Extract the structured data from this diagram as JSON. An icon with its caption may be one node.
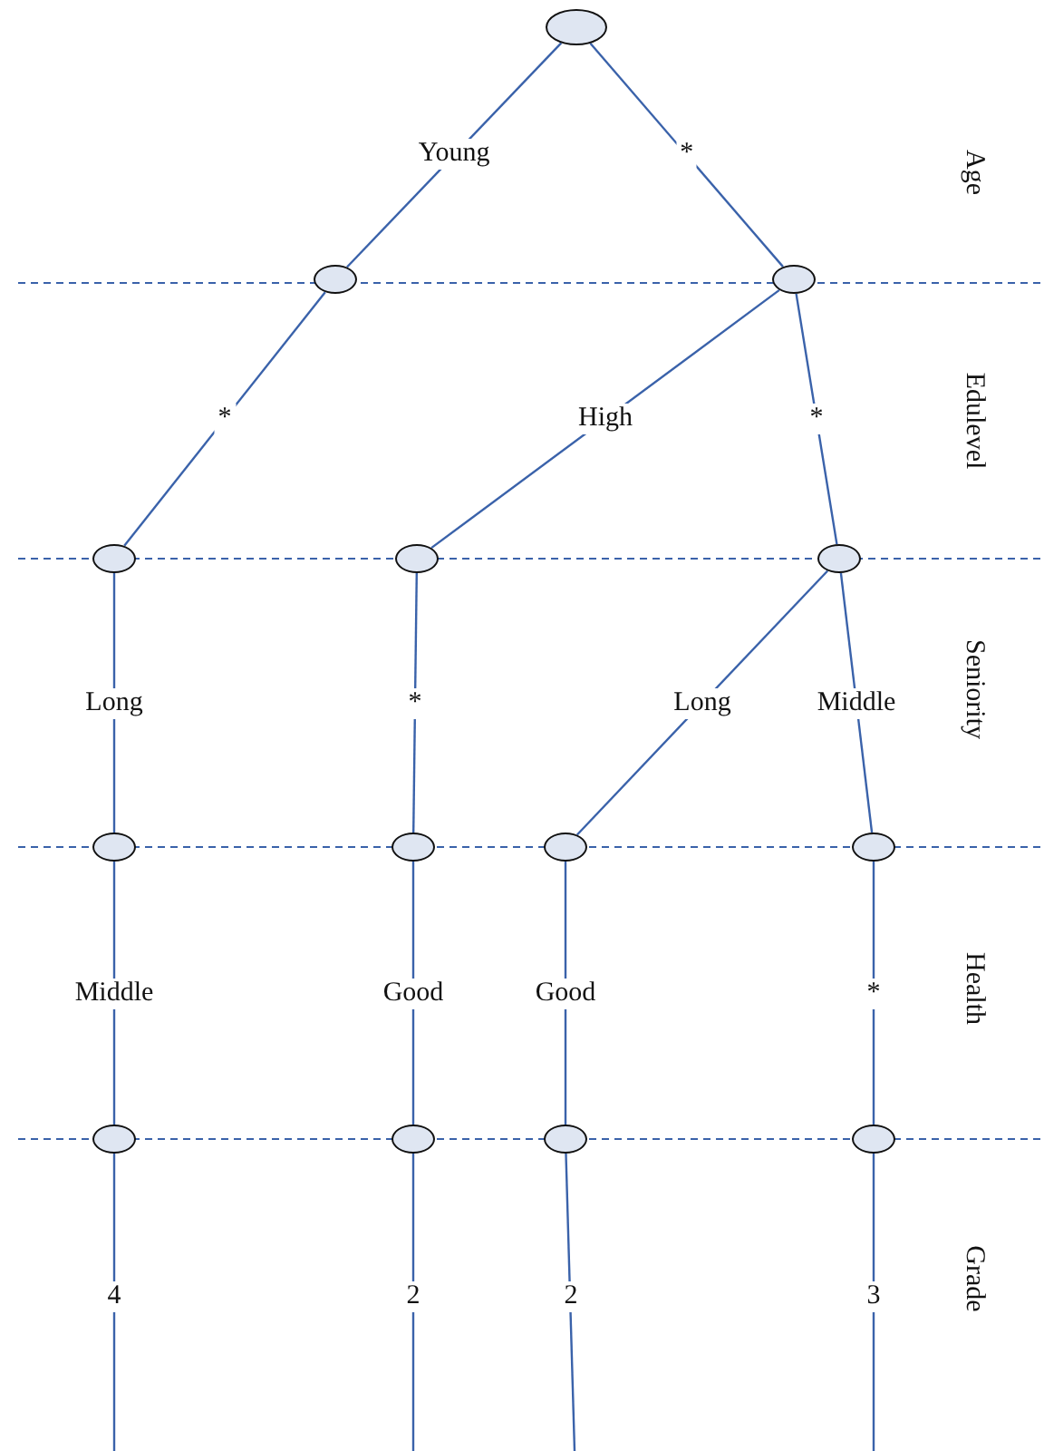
{
  "diagram": {
    "nodes": [
      {
        "text": [],
        "shape": "circle"
      },
      {
        "text": [],
        "shape": "circle"
      },
      {
        "text": [],
        "shape": "circle"
      },
      {
        "text": [],
        "shape": "circle"
      },
      {
        "text": [],
        "shape": "circle"
      },
      {
        "text": [],
        "shape": "circle"
      },
      {
        "text": [],
        "shape": "circle"
      },
      {
        "text": [],
        "shape": "circle"
      },
      {
        "text": [],
        "shape": "circle"
      },
      {
        "text": [],
        "shape": "circle"
      },
      {
        "text": [],
        "shape": "circle"
      },
      {
        "text": [],
        "shape": "circle"
      },
      {
        "text": [],
        "shape": "circle"
      },
      {
        "text": [],
        "shape": "circle"
      }
    ],
    "edges": [
      {
        "from": 0,
        "to": 1,
        "arrow": "none",
        "label": "Young"
      },
      {
        "from": 0,
        "to": 2,
        "arrow": "none",
        "label": "*"
      },
      {
        "from": 1,
        "to": 3,
        "arrow": "none",
        "label": "*"
      },
      {
        "from": 2,
        "to": 4,
        "arrow": "none",
        "label": "High"
      },
      {
        "from": 2,
        "to": 5,
        "arrow": "none",
        "label": "*"
      },
      {
        "from": 3,
        "to": 6,
        "arrow": "none",
        "label": "Long"
      },
      {
        "from": 4,
        "to": 7,
        "arrow": "none",
        "label": "*"
      },
      {
        "from": 5,
        "to": 8,
        "arrow": "none",
        "label": "Long"
      },
      {
        "from": 5,
        "to": 9,
        "arrow": "none",
        "label": "Middle"
      },
      {
        "from": 6,
        "to": 10,
        "arrow": "none",
        "label": "Middle"
      },
      {
        "from": 7,
        "to": 11,
        "arrow": "none",
        "label": "Good"
      },
      {
        "from": 8,
        "to": 12,
        "arrow": "none",
        "label": "Good"
      },
      {
        "from": 9,
        "to": 13,
        "arrow": "none",
        "label": "*"
      },
      {
        "from": 10,
        "to": null,
        "arrow": "none",
        "label": "4"
      },
      {
        "from": 11,
        "to": null,
        "arrow": "none",
        "label": "2"
      },
      {
        "from": 12,
        "to": null,
        "arrow": "none",
        "label": "2"
      },
      {
        "from": 13,
        "to": null,
        "arrow": "none",
        "label": "3"
      }
    ],
    "labels": [
      "Age",
      "Edulevel",
      "Seniority",
      "Health",
      "Grade"
    ]
  }
}
